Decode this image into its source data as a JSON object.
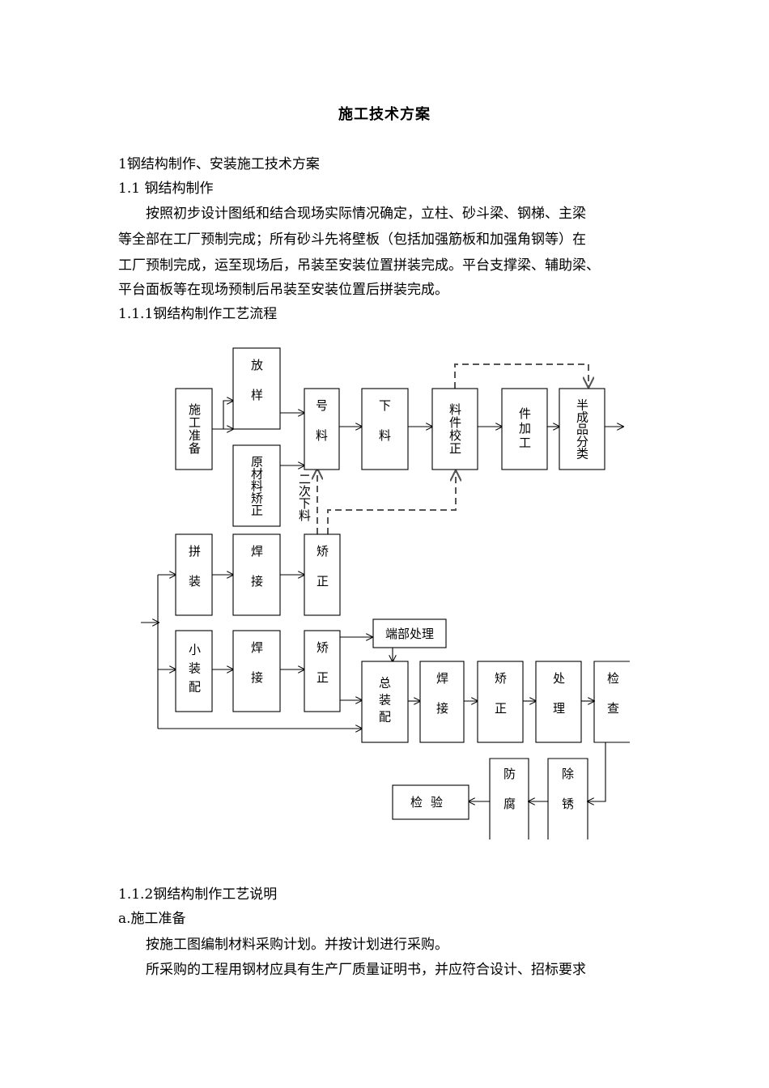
{
  "doc": {
    "title": "施工技术方案",
    "lines": [
      "1钢结构制作、安装施工技术方案",
      "1.1  钢结构制作",
      "按照初步设计图纸和结合现场实际情况确定，立柱、砂斗梁、钢梯、主梁",
      "等全部在工厂预制完成；所有砂斗先将壁板（包括加强筋板和加强角钢等）在",
      "工厂预制完成，运至现场后，吊装至安装位置拼装完成。平台支撑梁、辅助梁、",
      "平台面板等在现场预制后吊装至安装位置后拼装完成。",
      "1.1.1钢结构制作工艺流程",
      "1.1.2钢结构制作工艺说明",
      "a.施工准备",
      "按施工图编制材料采购计划。并按计划进行采购。",
      "所采购的工程用钢材应具有生产厂质量证明书，并应符合设计、招标要求"
    ]
  },
  "flow": {
    "shigong": "施工准备",
    "fangyang": "放样",
    "yuancailiao": "原材料矫正",
    "haoliao": "号料",
    "xialiao": "下料",
    "liaojian": "料件校正",
    "jianjiagong": "件加工",
    "banchengpin": "半成品分类",
    "erci": "二次下料",
    "pinzhuang": "拼装",
    "hanjie1": "焊接",
    "jiaozheng1": "矫正",
    "xiaozhuangpei": "小装配",
    "hanjie2": "焊接",
    "jiaozheng2": "矫正",
    "duanbu": "端部处理",
    "zongzhuangpei": "总装配",
    "hanjie3": "焊接",
    "jiaozheng3": "矫正",
    "chuli": "处理",
    "jiancha": "检查",
    "chuxiu": "除锈",
    "fangfu": "防腐",
    "jianyan": "检验"
  }
}
